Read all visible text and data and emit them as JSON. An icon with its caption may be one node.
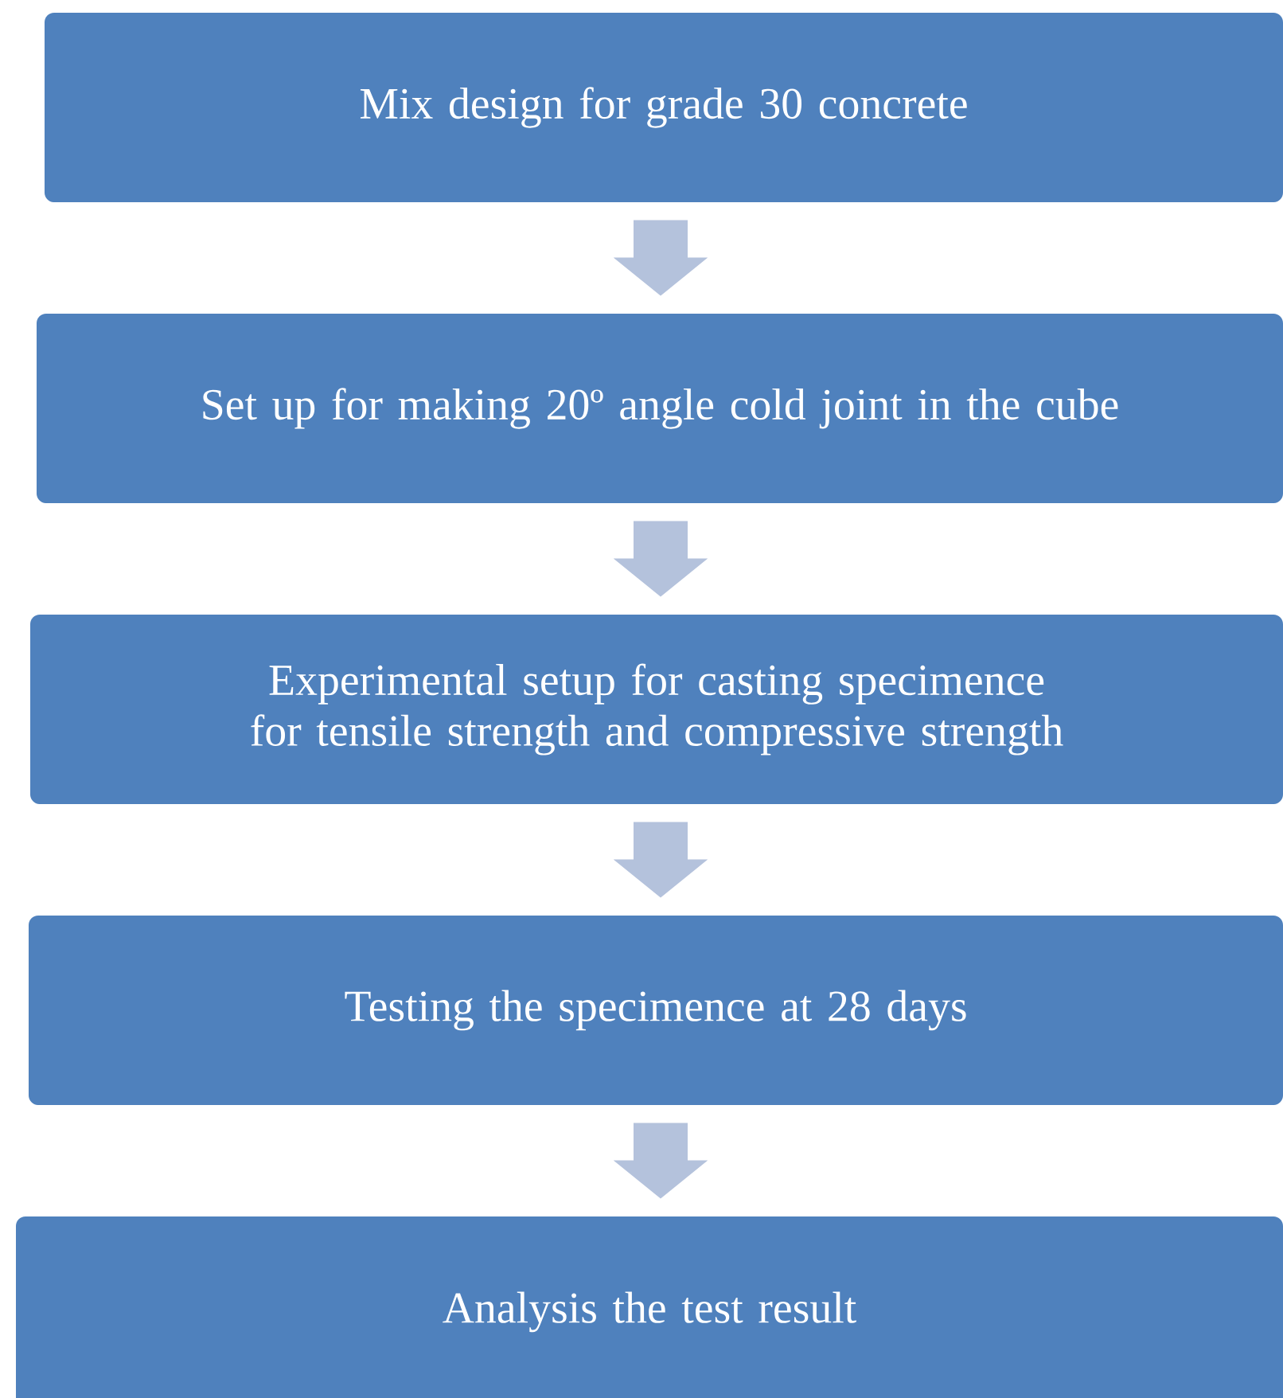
{
  "diagram": {
    "nodes": [
      {
        "text": [
          "Mix design for grade 30 concrete"
        ]
      },
      {
        "text": [
          "Set up for making 20º angle cold joint in the cube"
        ]
      },
      {
        "text": [
          "Experimental setup for casting specimence for tensile strength and compressive strength"
        ]
      },
      {
        "text": [
          "Testing the specimence at 28 days"
        ]
      },
      {
        "text": [
          "Analysis the test result"
        ]
      }
    ],
    "edges": [
      {
        "from": 0,
        "to": 1,
        "arrow": "to"
      },
      {
        "from": 1,
        "to": 2,
        "arrow": "to"
      },
      {
        "from": 2,
        "to": 3,
        "arrow": "to"
      },
      {
        "from": 3,
        "to": 4,
        "arrow": "to"
      }
    ]
  }
}
